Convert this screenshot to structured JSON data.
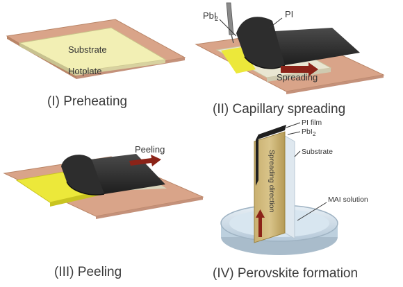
{
  "panels": [
    {
      "caption": "(I) Preheating",
      "labels": {
        "substrate": "Substrate",
        "hotplate": "Hotplate"
      }
    },
    {
      "caption": "(II) Capillary spreading",
      "labels": {
        "pbi2": "PbI",
        "pbi2_sub": "2",
        "pi": "PI",
        "spreading": "Spreading"
      }
    },
    {
      "caption": "(III) Peeling",
      "labels": {
        "peeling": "Peeling"
      }
    },
    {
      "caption": "(IV) Perovskite formation",
      "labels": {
        "pi_film": "PI film",
        "pbi2": "PbI",
        "pbi2_sub": "2",
        "substrate": "Substrate",
        "mai_solution": "MAI solution",
        "vertical_text": "Spreading direction"
      }
    }
  ],
  "colors": {
    "hotplate": "#d9a489",
    "substrate_panel1": "#f2efb4",
    "pbi2_yellow": "#ece83a",
    "pi_film": "#2d2d2d",
    "arrow": "#8b2318",
    "dish": "#c9d9e6"
  }
}
